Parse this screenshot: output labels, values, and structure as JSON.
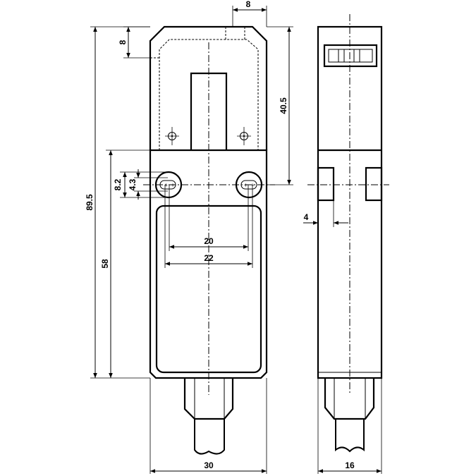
{
  "dimensions": {
    "top_offset": "8",
    "top_tab": "8",
    "key_depth": "40.5",
    "overall_height": "89.5",
    "body_height": "58",
    "slot_outer": "8.2",
    "slot_inner": "4.3",
    "hole_pitch_min": "20",
    "hole_pitch_max": "22",
    "width": "30",
    "depth": "16",
    "side_step": "4"
  }
}
